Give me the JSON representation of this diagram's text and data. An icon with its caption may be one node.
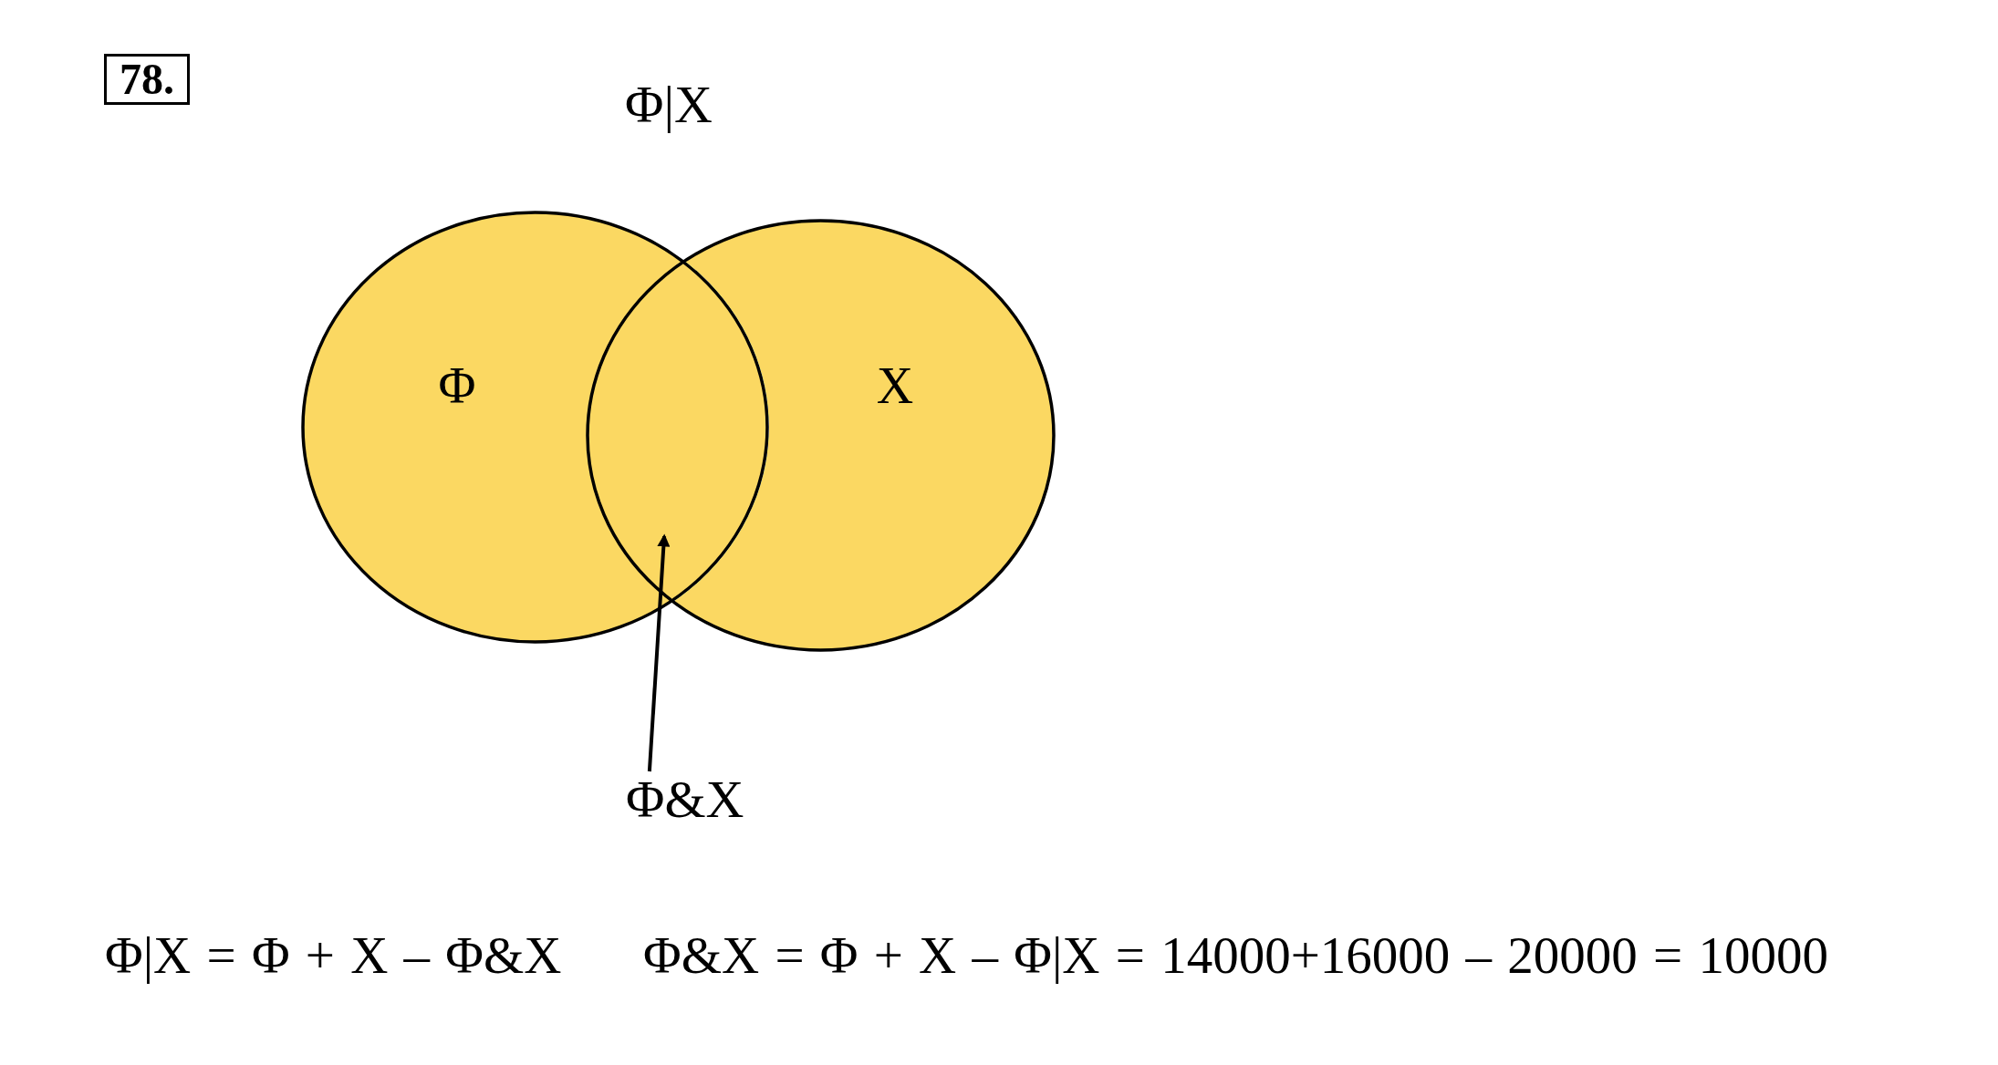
{
  "diagram": {
    "nodes": [
      {
        "text": [
          "78."
        ]
      },
      {
        "text": [
          "Φ"
        ]
      },
      {
        "text": [
          "X"
        ]
      },
      {
        "text": [
          "Φ&X"
        ]
      }
    ],
    "edges": [
      {
        "from": 3,
        "to": 1,
        "arrow": "to"
      }
    ],
    "labels": [
      "Φ|X",
      "Φ|X = Φ + X – Φ&X",
      "Φ&X = Φ + X – Φ|X = 14000+16000 – 20000 = 10000"
    ]
  }
}
